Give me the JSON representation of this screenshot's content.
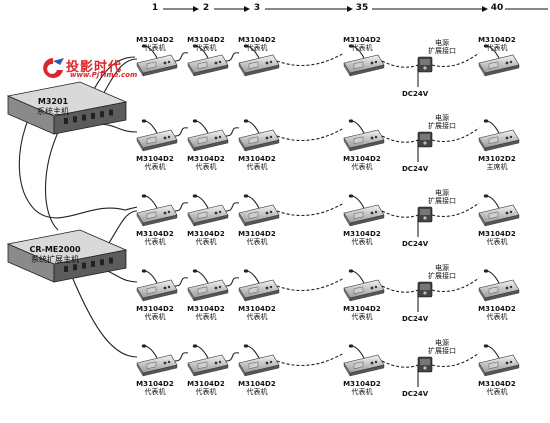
{
  "header": {
    "numbers": [
      "1",
      "2",
      "3",
      "35",
      "40"
    ]
  },
  "logo": {
    "title": "投影时代",
    "url": "www.PjTime.com"
  },
  "hosts": {
    "main": {
      "model": "M3201",
      "name": "系统主机"
    },
    "ext": {
      "model": "CR-ME2000",
      "name": "系统扩展主机"
    }
  },
  "rows": [
    {
      "units": [
        {
          "model": "M3104D2",
          "role": "代表机"
        },
        {
          "model": "M3104D2",
          "role": "代表机"
        },
        {
          "model": "M3104D2",
          "role": "代表机"
        },
        {
          "model": "M3104D2",
          "role": "代表机"
        },
        {
          "model": "M3104D2",
          "role": "代表机"
        }
      ],
      "dc": "DC24V",
      "power": [
        "电源",
        "扩展接口"
      ]
    },
    {
      "units": [
        {
          "model": "M3104D2",
          "role": "代表机"
        },
        {
          "model": "M3104D2",
          "role": "代表机"
        },
        {
          "model": "M3104D2",
          "role": "代表机"
        },
        {
          "model": "M3104D2",
          "role": "代表机"
        },
        {
          "model": "M3102D2",
          "role": "主席机"
        }
      ],
      "dc": "DC24V",
      "power": [
        "电源",
        "扩展接口"
      ]
    },
    {
      "units": [
        {
          "model": "M3104D2",
          "role": "代表机"
        },
        {
          "model": "M3104D2",
          "role": "代表机"
        },
        {
          "model": "M3104D2",
          "role": "代表机"
        },
        {
          "model": "M3104D2",
          "role": "代表机"
        },
        {
          "model": "M3104D2",
          "role": "代表机"
        }
      ],
      "dc": "DC24V",
      "power": [
        "电源",
        "扩展接口"
      ]
    },
    {
      "units": [
        {
          "model": "M3104D2",
          "role": "代表机"
        },
        {
          "model": "M3104D2",
          "role": "代表机"
        },
        {
          "model": "M3104D2",
          "role": "代表机"
        },
        {
          "model": "M3104D2",
          "role": "代表机"
        },
        {
          "model": "M3104D2",
          "role": "代表机"
        }
      ],
      "dc": "DC24V",
      "power": [
        "电源",
        "扩展接口"
      ]
    },
    {
      "units": [
        {
          "model": "M3104D2",
          "role": "代表机"
        },
        {
          "model": "M3104D2",
          "role": "代表机"
        },
        {
          "model": "M3104D2",
          "role": "代表机"
        },
        {
          "model": "M3104D2",
          "role": "代表机"
        },
        {
          "model": "M3104D2",
          "role": "代表机"
        }
      ],
      "dc": "DC24V",
      "power": [
        "电源",
        "扩展接口"
      ]
    }
  ]
}
